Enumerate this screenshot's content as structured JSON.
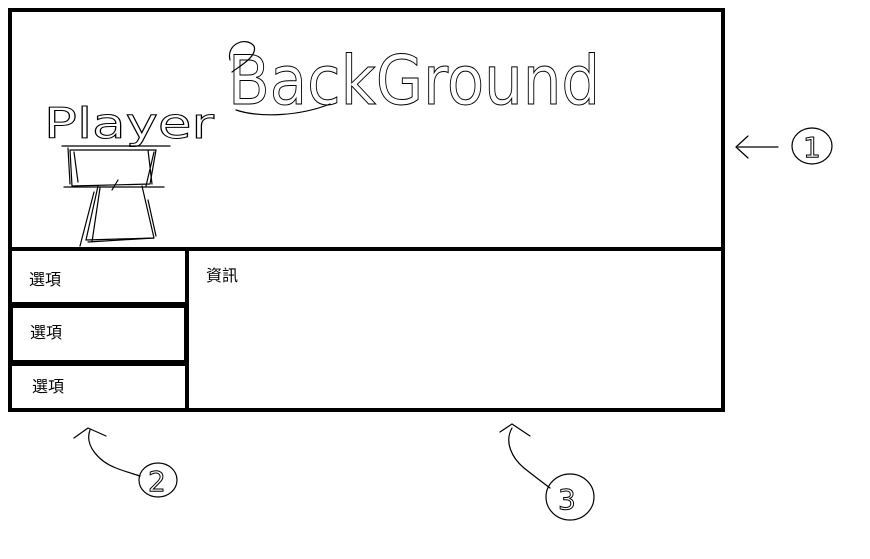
{
  "scene": {
    "background_label": "BackGround",
    "player_label": "Player"
  },
  "menu": {
    "options": [
      {
        "label": "選項"
      },
      {
        "label": "選項"
      },
      {
        "label": "選項"
      }
    ]
  },
  "info": {
    "label": "資訊"
  },
  "callouts": [
    {
      "number": "1"
    },
    {
      "number": "2"
    },
    {
      "number": "3"
    }
  ]
}
